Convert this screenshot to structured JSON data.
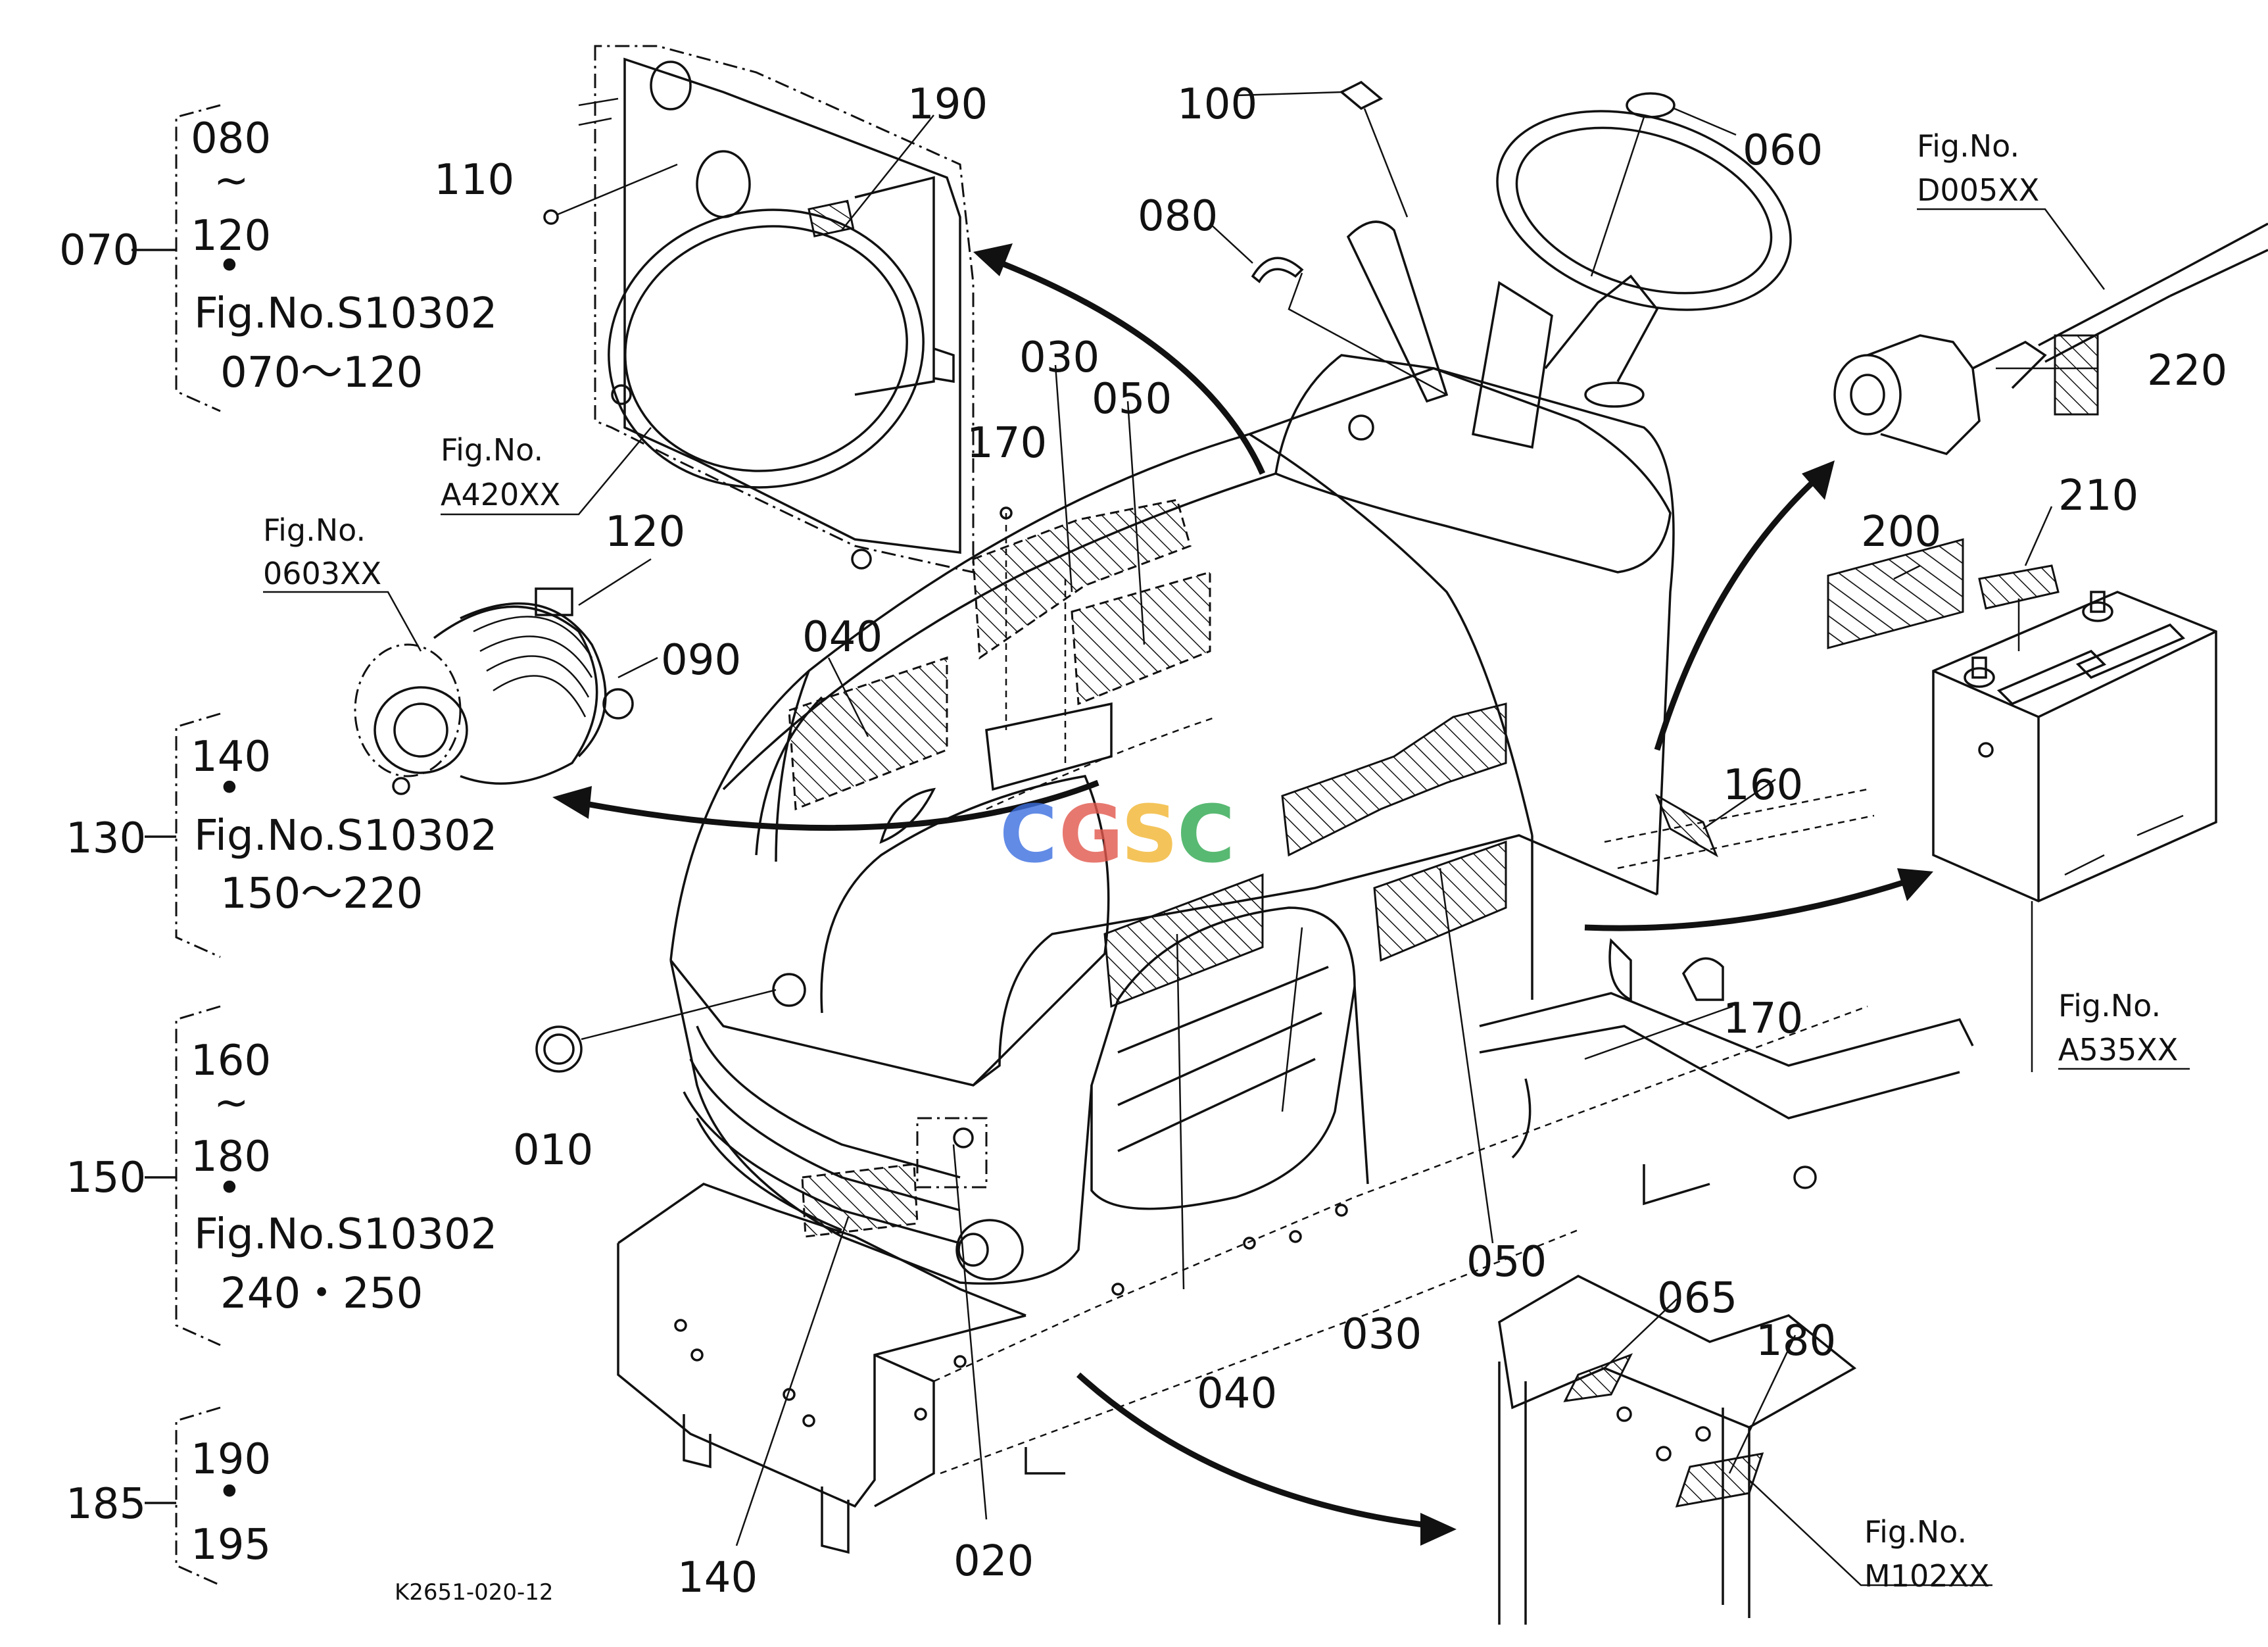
{
  "drawing_code": "K2651-020-12",
  "watermark": {
    "letters": [
      "C",
      "G",
      "S",
      "C"
    ],
    "colors": [
      "#3b6fe0",
      "#e2574c",
      "#f2b632",
      "#2fa84f"
    ]
  },
  "groups": [
    {
      "number": "070",
      "lines": [
        "080",
        "~",
        "120",
        "•",
        "Fig.No.S10302",
        "070～120"
      ]
    },
    {
      "number": "130",
      "lines": [
        "140",
        "•",
        "Fig.No.S10302",
        "150～220"
      ]
    },
    {
      "number": "150",
      "lines": [
        "160",
        "~",
        "180",
        "•",
        "Fig.No.S10302",
        "240・250"
      ]
    },
    {
      "number": "185",
      "lines": [
        "190",
        "•",
        "195"
      ]
    }
  ],
  "callouts": [
    "190",
    "110",
    "100",
    "060",
    "080",
    "030",
    "050",
    "170",
    "120",
    "090",
    "040",
    "220",
    "210",
    "200",
    "160",
    "170",
    "010",
    "050",
    "030",
    "040",
    "065",
    "180",
    "140",
    "020"
  ],
  "figure_refs": [
    {
      "label": "Fig.No.",
      "code": "D005XX"
    },
    {
      "label": "Fig.No.",
      "code": "A420XX"
    },
    {
      "label": "Fig.No.",
      "code": "0603XX"
    },
    {
      "label": "Fig.No.",
      "code": "A535XX"
    },
    {
      "label": "Fig.No.",
      "code": "M102XX"
    }
  ]
}
